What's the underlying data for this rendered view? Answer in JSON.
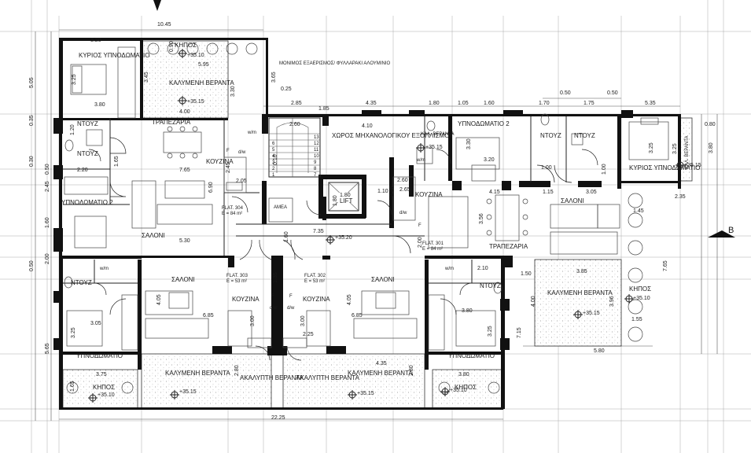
{
  "dimensions": {
    "top_overall": "10.45",
    "bottom_overall": "22.25",
    "top_chain": [
      "2.85",
      "1.85",
      "4.35",
      "1.80",
      "1.05",
      "1.60",
      "1.70",
      "1.75",
      "5.35"
    ],
    "top_small": [
      "0.50",
      "0.50"
    ],
    "left_chain": [
      "5.05",
      "0.35",
      "0.30",
      "0.50",
      "2.45",
      "1.60",
      "2.00",
      "0.50",
      "5.65"
    ],
    "right_chain": [
      "0.80",
      "3.80",
      "2.35",
      "7.65"
    ],
    "misc": [
      "3.20",
      "0.90",
      "5.95",
      "3.45",
      "3.25",
      "3.80",
      "4.00",
      "3.65",
      "0.25",
      "3.30",
      "2.60",
      "4.10",
      "2.20",
      "7.65",
      "1.65",
      "6.90",
      "2.05",
      "2.45",
      "0.10",
      "1.80",
      "1.80",
      "1.10",
      "2.25",
      "2.65",
      "3.30",
      "3.20",
      "3.25",
      "1.00",
      "1.15",
      "1.00",
      "3.05",
      "4.15",
      "3.56",
      "1.45",
      "5.30",
      "7.35",
      "1.60",
      "2.00",
      "2.10",
      "1.50",
      "3.85",
      "4.00",
      "3.96",
      "1.55",
      "5.80",
      "4.05",
      "3.05",
      "6.85",
      "3.00",
      "3.00",
      "2.25",
      "6.85",
      "4.05",
      "3.80",
      "3.25",
      "7.15",
      "3.75",
      "4.35",
      "2.80",
      "3.80",
      "2.80",
      "1.65",
      "1.20",
      "3.25",
      "3.25",
      "1.35",
      "2.60"
    ]
  },
  "rooms": {
    "kyrios_ypnodomatio_tl": "ΚΥΡΙΟΣ ΥΠΝΟΔΩΜΑΤΙΟ",
    "kipos": "ΚΗΠΟΣ",
    "kalymmeni_veranta": "ΚΑΛΥΜΕΝΗ ΒΕΡΑΝΤΑ",
    "trapezaria": "ΤΡΑΠΕΖΑΡΙΑ",
    "ntouz": "ΝΤΟΥΖ",
    "ntouz2": "ΝΤΟΥΖ",
    "ypnodomatio2": "ΥΠΝΟΔΩΜΑΤΙΟ 2",
    "koyzina": "ΚΟΥΖΙΝΑ",
    "saloni": "ΣΑΛΟΝΙ",
    "monimos": "ΜΟΝΙΜΟΣ ΕΞΑΕΡΙΣΜΟΣ/ ΦΥΛΛΑΡΑΚΙ ΑΛΟΥΜΙΝΙΟ",
    "xoros": "ΧΩΡΟΣ ΜΗΧΑΝΟΛΟΓΙΚΟΥ ΕΞΟΠΛΙΣΜΟΥ",
    "lift": "LIFT",
    "amea": "ΑΜΕΑ",
    "kal_veranta_small": "ΚΑΛ. ΒΕΡΑΝΤΑ",
    "ypnodomatio": "ΥΠΝΟΔΩΜΑΤΙΟ",
    "akalypti": "ΑΚΑΛΥΠΤΗ ΒΕΡΑΝΤΑ",
    "kyrios_ypnodomatio_r": "ΚΥΡΙΟΣ ΥΠΝΟΔΩΜΑΤΙΟ",
    "kal_veranta_vertical": "ΚΑΛ. ΒΕΡΑΝΤΑ",
    "wm": "w/m",
    "dw": "d/w",
    "f": "F",
    "north": "B"
  },
  "flats": {
    "f304_name": "FLAT. 304",
    "f304_area": "E = 84 m²",
    "f301_name": "FLAT. 301",
    "f301_area": "E = 84 m²",
    "f303_name": "FLAT. 303",
    "f303_area": "E = 53 m²",
    "f302_name": "FLAT. 302",
    "f302_area": "E = 53 m²"
  },
  "levels": {
    "kipos_top": "+35.10",
    "veranta_top": "+35.15",
    "stair_mech": "+35.15",
    "corridor": "+35.20",
    "right_bed": "+35.15",
    "right_kipos": "+35.10",
    "right_veranta": "+35.15",
    "bottom_ver_l": "+35.15",
    "bottom_kipos_l": "+35.10",
    "bottom_ver_r": "+35.15",
    "bottom_kipos_r": "+35.10"
  },
  "stair_numbers": [
    "1",
    "2",
    "3",
    "4",
    "5",
    "6",
    "7",
    "8",
    "9",
    "10",
    "11",
    "12",
    "13"
  ]
}
